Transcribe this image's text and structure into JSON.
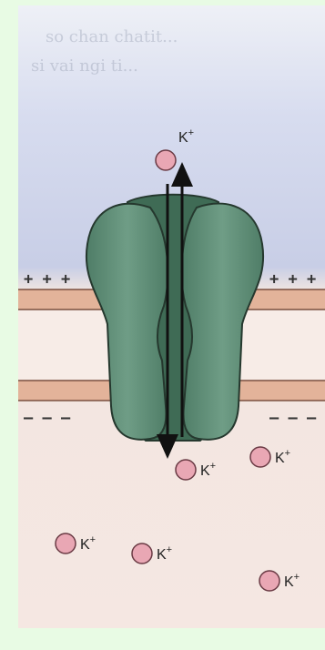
{
  "ion": {
    "symbol": "K",
    "charge": "+"
  },
  "membrane": {
    "outer_charge": "+ + +",
    "inner_charge": "– – –"
  },
  "background_text": [
    "so chan chatit...",
    "si vai ngi ti..."
  ],
  "colors": {
    "extracellular": "#c7cde6",
    "intracellular": "#f4e4de",
    "bilayer": "#e3b39a",
    "channel": "#5f8f78",
    "ion_fill": "#e9a7b4",
    "page_border": "#e8fbe4"
  },
  "icons": {
    "ion": "potassium-ion-circle",
    "flux": "double-headed-arrow"
  }
}
